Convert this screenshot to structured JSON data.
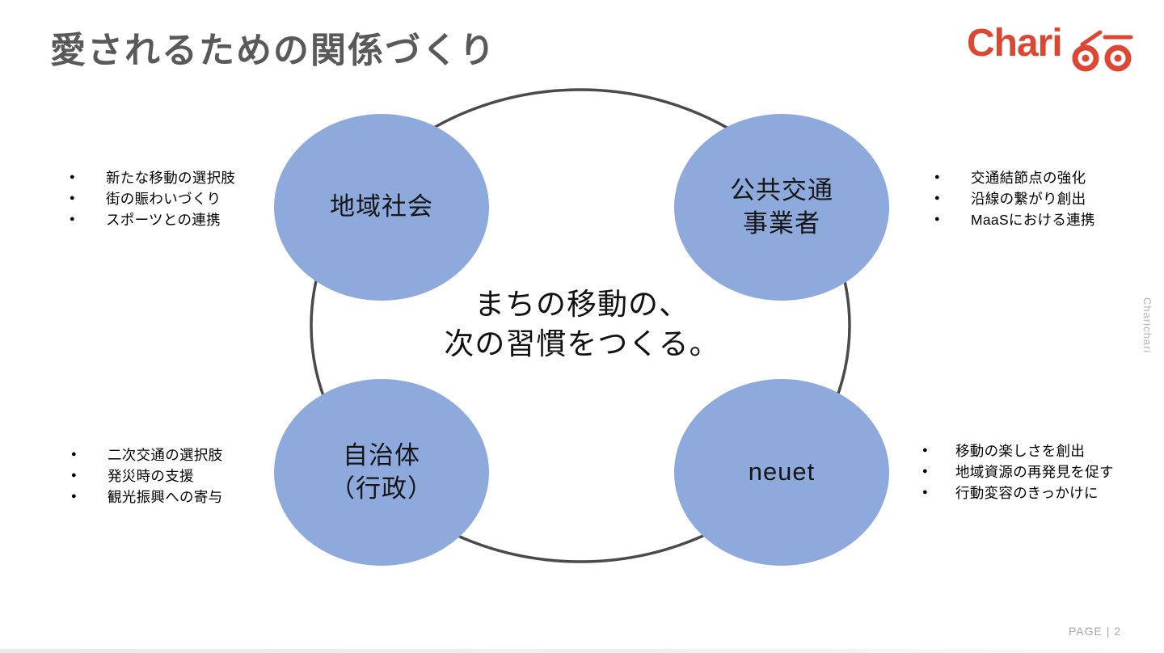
{
  "slide": {
    "title": "愛されるための関係づくり",
    "page_label": "PAGE | 2",
    "watermark": "Charichari",
    "center_message": {
      "line1": "まちの移動の、",
      "line2": "次の習慣をつくる。"
    }
  },
  "logo": {
    "wordmark": "Chari",
    "icon": "bicycle-icon",
    "color": "#DC4733"
  },
  "colors": {
    "title_gray": "#595959",
    "node_fill_blue": "#8EA9DB",
    "circle_stroke": "#4A4A4A",
    "body_text": "#000000",
    "muted_gray": "#A6A6A6"
  },
  "diagram": {
    "bullet_char": "●",
    "nodes": [
      {
        "id": "community",
        "label_line1": "地域社会",
        "label_line2": ""
      },
      {
        "id": "public-transport",
        "label_line1": "公共交通",
        "label_line2": "事業者"
      },
      {
        "id": "government",
        "label_line1": "自治体",
        "label_line2": "（行政）"
      },
      {
        "id": "neuet",
        "label_line1": "neuet",
        "label_line2": ""
      }
    ],
    "bullets": {
      "top_left": [
        "新たな移動の選択肢",
        "街の賑わいづくり",
        "スポーツとの連携"
      ],
      "top_right": [
        "交通結節点の強化",
        "沿線の繋がり創出",
        "MaaSにおける連携"
      ],
      "bottom_left": [
        "二次交通の選択肢",
        "発災時の支援",
        "観光振興への寄与"
      ],
      "bottom_right": [
        "移動の楽しさを創出",
        "地域資源の再発見を促す",
        "行動変容のきっかけに"
      ]
    }
  }
}
